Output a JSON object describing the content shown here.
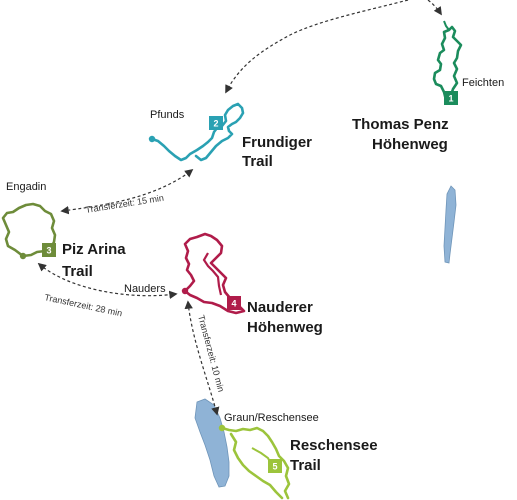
{
  "colors": {
    "trail_1": "#1b8c5c",
    "trail_2": "#2aa1b3",
    "trail_3": "#6e8c3a",
    "trail_4": "#b01c4a",
    "trail_5": "#9cc43c",
    "lake": "#8fb3d6"
  },
  "trails": [
    {
      "number": "1",
      "name_line1": "Thomas Penz",
      "name_line2": "Höhenweg"
    },
    {
      "number": "2",
      "name_line1": "Frundiger",
      "name_line2": "Trail"
    },
    {
      "number": "3",
      "name_line1": "Piz Arina",
      "name_line2": "Trail"
    },
    {
      "number": "4",
      "name_line1": "Nauderer",
      "name_line2": "Höhenweg"
    },
    {
      "number": "5",
      "name_line1": "Reschensee",
      "name_line2": "Trail"
    }
  ],
  "places": {
    "feichten": "Feichten",
    "pfunds": "Pfunds",
    "engadin": "Engadin",
    "nauders": "Nauders",
    "graun": "Graun/Reschensee"
  },
  "transfers": {
    "engadin_pfunds": "Transferzeit: 15 min",
    "engadin_nauders": "Transferzeit: 28 min",
    "nauders_graun": "Transferzeit: 10 min"
  }
}
